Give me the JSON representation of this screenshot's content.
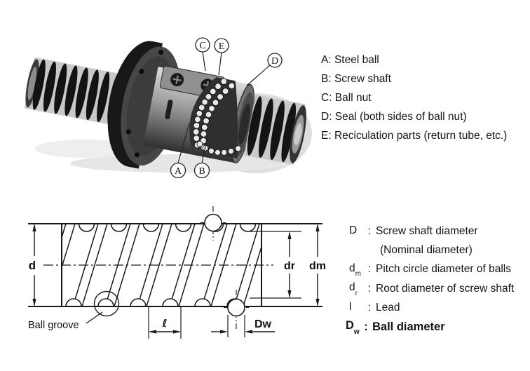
{
  "figure_photo": {
    "callouts": [
      {
        "letter": "A"
      },
      {
        "letter": "B"
      },
      {
        "letter": "C"
      },
      {
        "letter": "D"
      },
      {
        "letter": "E"
      }
    ],
    "legend": [
      "A: Steel ball",
      "B: Screw shaft",
      "C: Ball nut",
      "D: Seal (both sides of ball nut)",
      "E: Reciculation parts (return tube, etc.)"
    ]
  },
  "figure_drawing": {
    "labels": {
      "d": "d",
      "dr": "dr",
      "dm": "dm",
      "lead": "ℓ",
      "dw": "Dw",
      "ball_groove": "Ball groove"
    },
    "legend": [
      {
        "symbol": "D",
        "sub": "",
        "sep": ":",
        "desc": "Screw shaft diameter"
      },
      {
        "symbol": "",
        "sub": "",
        "sep": "",
        "desc": "(Nominal diameter)"
      },
      {
        "symbol": "d",
        "sub": "m",
        "sep": ":",
        "desc": "Pitch circle diameter of balls"
      },
      {
        "symbol": "d",
        "sub": "r",
        "sep": ":",
        "desc": "Root diameter of screw shaft"
      },
      {
        "symbol": "l",
        "sub": "",
        "sep": ":",
        "desc": "Lead"
      },
      {
        "symbol": "D",
        "sub": "w",
        "sep": ":",
        "desc": "Ball diameter"
      }
    ]
  }
}
